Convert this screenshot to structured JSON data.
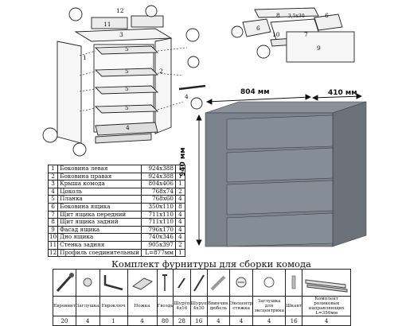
{
  "exploded_view": {
    "labels": [
      "12",
      "11",
      "3",
      "5",
      "5",
      "5",
      "5",
      "1",
      "2",
      "4",
      "4"
    ]
  },
  "drawer_view": {
    "labels": [
      "8",
      "6",
      "6",
      "7",
      "10",
      "9"
    ],
    "screw_label": "3,5x30"
  },
  "dimensions": {
    "width": "804 мм",
    "depth": "410 мм",
    "height": "940 мм"
  },
  "parts_table": [
    {
      "n": "1",
      "name": "Боковина левая",
      "dim": "924x388",
      "qty": "1"
    },
    {
      "n": "2",
      "name": "Боковина правая",
      "dim": "924x388",
      "qty": "1"
    },
    {
      "n": "3",
      "name": "Крыша комода",
      "dim": "804x406",
      "qty": "1"
    },
    {
      "n": "4",
      "name": "Цоколь",
      "dim": "768x74",
      "qty": "2"
    },
    {
      "n": "5",
      "name": "Планка",
      "dim": "768x60",
      "qty": "4"
    },
    {
      "n": "6",
      "name": "Боковина ящика",
      "dim": "350x110",
      "qty": "8"
    },
    {
      "n": "7",
      "name": "Щит ящика передний",
      "dim": "711x110",
      "qty": "4"
    },
    {
      "n": "8",
      "name": "Щит ящика задний",
      "dim": "711x110",
      "qty": "4"
    },
    {
      "n": "9",
      "name": "Фасад ящика",
      "dim": "796x170",
      "qty": "4"
    },
    {
      "n": "10",
      "name": "Дно ящика",
      "dim": "740x346",
      "qty": "4"
    },
    {
      "n": "11",
      "name": "Стенка задняя",
      "dim": "905x397",
      "qty": "2"
    },
    {
      "n": "12",
      "name": "Профиль соединительный",
      "dim": "L=877мм",
      "qty": "1"
    }
  ],
  "kit": {
    "title": "Комплект фурнитуры для сборки комода",
    "items": [
      {
        "icon": "eurovint-icon",
        "label": "Евровинт",
        "count": "20"
      },
      {
        "icon": "cap-icon",
        "label": "Заглушка",
        "count": "4"
      },
      {
        "icon": "eurokey-icon",
        "label": "Евроключ",
        "count": "1"
      },
      {
        "icon": "leg-icon",
        "label": "Ножка",
        "count": "4"
      },
      {
        "icon": "nail-icon",
        "label": "Гвоздь",
        "count": "80"
      },
      {
        "icon": "screw-4x16-icon",
        "label": "Шуруп 4x16",
        "count": "28"
      },
      {
        "icon": "screw-4x30-icon",
        "label": "Шуруп 4x30",
        "count": "16"
      },
      {
        "icon": "dowel-icon",
        "label": "Ввинчив. дюбель",
        "count": "4"
      },
      {
        "icon": "eccentric-icon",
        "label": "Эксцентр стяжка",
        "count": "4"
      },
      {
        "icon": "eccentric-cap-icon",
        "label": "Заглушка для эксцентрика",
        "count": "4"
      },
      {
        "icon": "shkant-icon",
        "label": "Шкант",
        "count": "16"
      },
      {
        "icon": "runners-icon",
        "label": "Комплект роликовых направляющих L=350мм",
        "count": "4"
      }
    ]
  }
}
